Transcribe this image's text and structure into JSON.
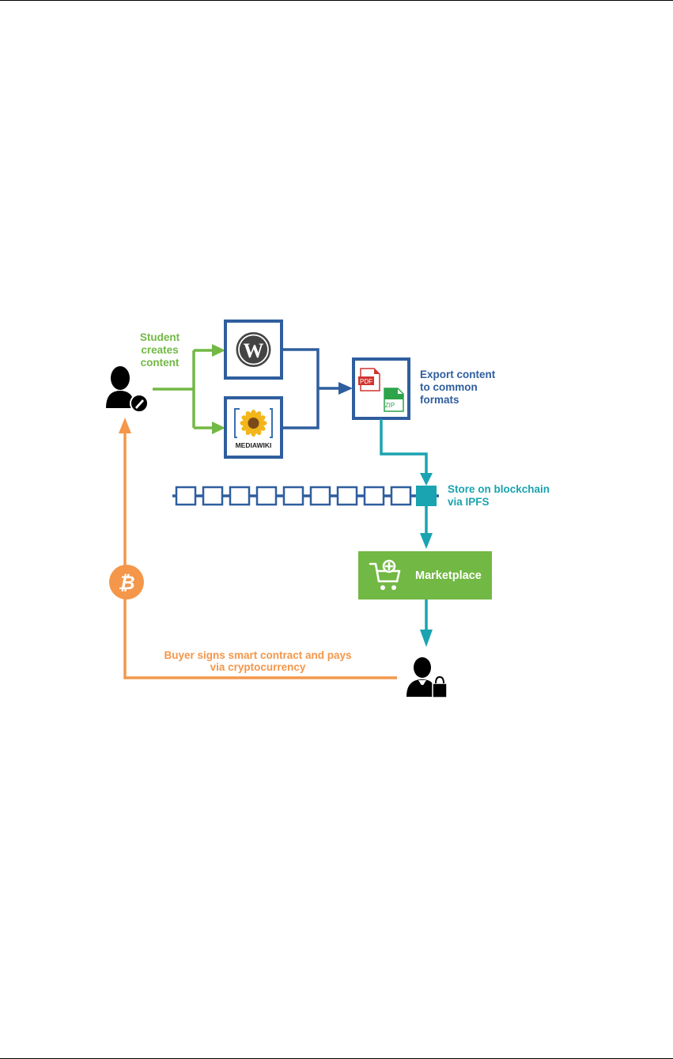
{
  "labels": {
    "student_line1": "Student",
    "student_line2": "creates",
    "student_line3": "content",
    "export_line1": "Export content",
    "export_line2": "to common",
    "export_line3": "formats",
    "store_line1": "Store on blockchain",
    "store_line2": "via IPFS",
    "marketplace": "Marketplace",
    "buyer_line1": "Buyer signs smart contract and pays",
    "buyer_line2": "via cryptocurrency",
    "mediawiki": "MEDIAWIKI",
    "wordpress_glyph": "W",
    "pdf_tag": "PDF",
    "zip_tag": "ZIP",
    "bitcoin_glyph": "₿"
  },
  "colors": {
    "green": "#72b844",
    "blue": "#2f5e9e",
    "teal": "#1aa3b0",
    "orange": "#f4974a",
    "market_green": "#72b844",
    "pdf_red": "#d1342f",
    "zip_green": "#2da44a"
  },
  "icons": {
    "student": "student-editor-icon",
    "wordpress": "wordpress-icon",
    "mediawiki": "mediawiki-sunflower-icon",
    "pdf": "pdf-file-icon",
    "zip": "zip-file-icon",
    "cart": "cart-add-icon",
    "buyer": "buyer-shopping-icon",
    "bitcoin": "bitcoin-icon"
  }
}
